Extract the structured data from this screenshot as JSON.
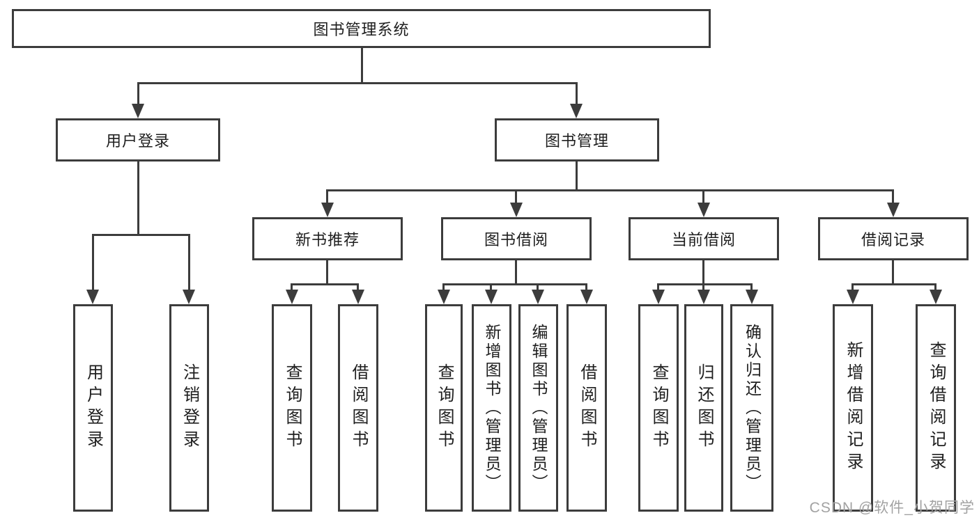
{
  "diagram": {
    "root": "图书管理系统",
    "branches": {
      "user_login": {
        "label": "用户登录",
        "children": [
          "用户登录",
          "注销登录"
        ]
      },
      "book_management": {
        "label": "图书管理",
        "sections": [
          {
            "label": "新书推荐",
            "children": [
              "查询图书",
              "借阅图书"
            ]
          },
          {
            "label": "图书借阅",
            "children": [
              "查询图书",
              "新增图书（管理员）",
              "编辑图书（管理员）",
              "借阅图书"
            ]
          },
          {
            "label": "当前借阅",
            "children": [
              "查询图书",
              "归还图书",
              "确认归还（管理员）"
            ]
          },
          {
            "label": "借阅记录",
            "children": [
              "新增借阅记录",
              "查询借阅记录"
            ]
          }
        ]
      }
    }
  },
  "watermark": "CSDN @软件_小贺同学"
}
